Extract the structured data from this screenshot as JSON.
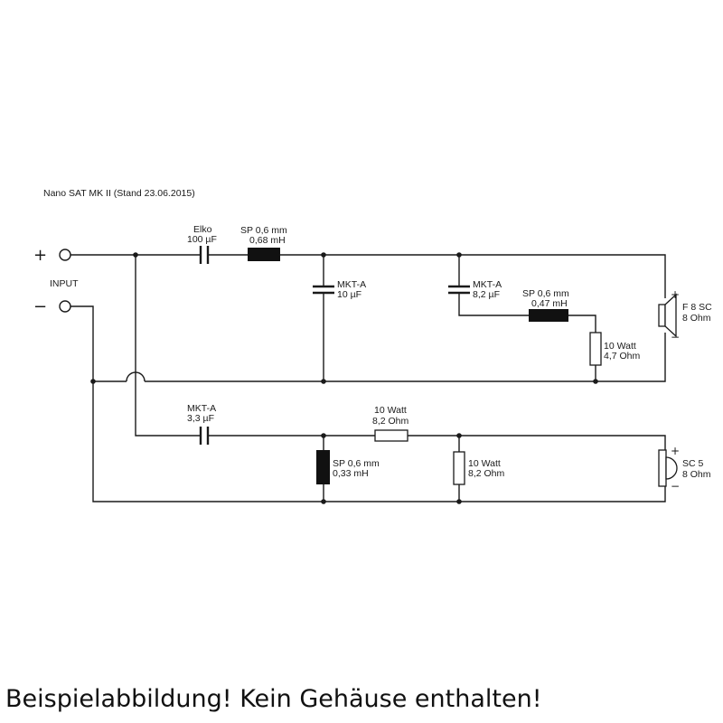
{
  "title": "Nano SAT MK II (Stand 23.06.2015)",
  "input": {
    "plus": "+",
    "minus": "−",
    "label": "INPUT"
  },
  "components": {
    "c_elko": {
      "name": "Elko",
      "value": "100 µF"
    },
    "l_top": {
      "name": "SP 0,6 mm",
      "value": "0,68 mH"
    },
    "c_mkt10": {
      "name": "MKT-A",
      "value": "10 µF"
    },
    "c_mkt82": {
      "name": "MKT-A",
      "value": "8,2 µF"
    },
    "l_047": {
      "name": "SP 0,6 mm",
      "value": "0,47 mH"
    },
    "r_47": {
      "name": "10 Watt",
      "value": "4,7 Ohm"
    },
    "c_mkt33": {
      "name": "MKT-A",
      "value": "3,3 µF"
    },
    "r_82_series": {
      "name": "10 Watt",
      "value": "8,2 Ohm"
    },
    "l_033": {
      "name": "SP 0,6 mm",
      "value": "0,33 mH"
    },
    "r_82_shunt": {
      "name": "10 Watt",
      "value": "8,2 Ohm"
    }
  },
  "speakers": {
    "f8sc": {
      "name": "F 8 SC",
      "impedance": "8 Ohm",
      "plus": "+",
      "minus": "−"
    },
    "sc5": {
      "name": "SC 5",
      "impedance": "8 Ohm",
      "plus": "+",
      "minus": "−"
    }
  },
  "caption": "Beispielabbildung! Kein Gehäuse enthalten!"
}
